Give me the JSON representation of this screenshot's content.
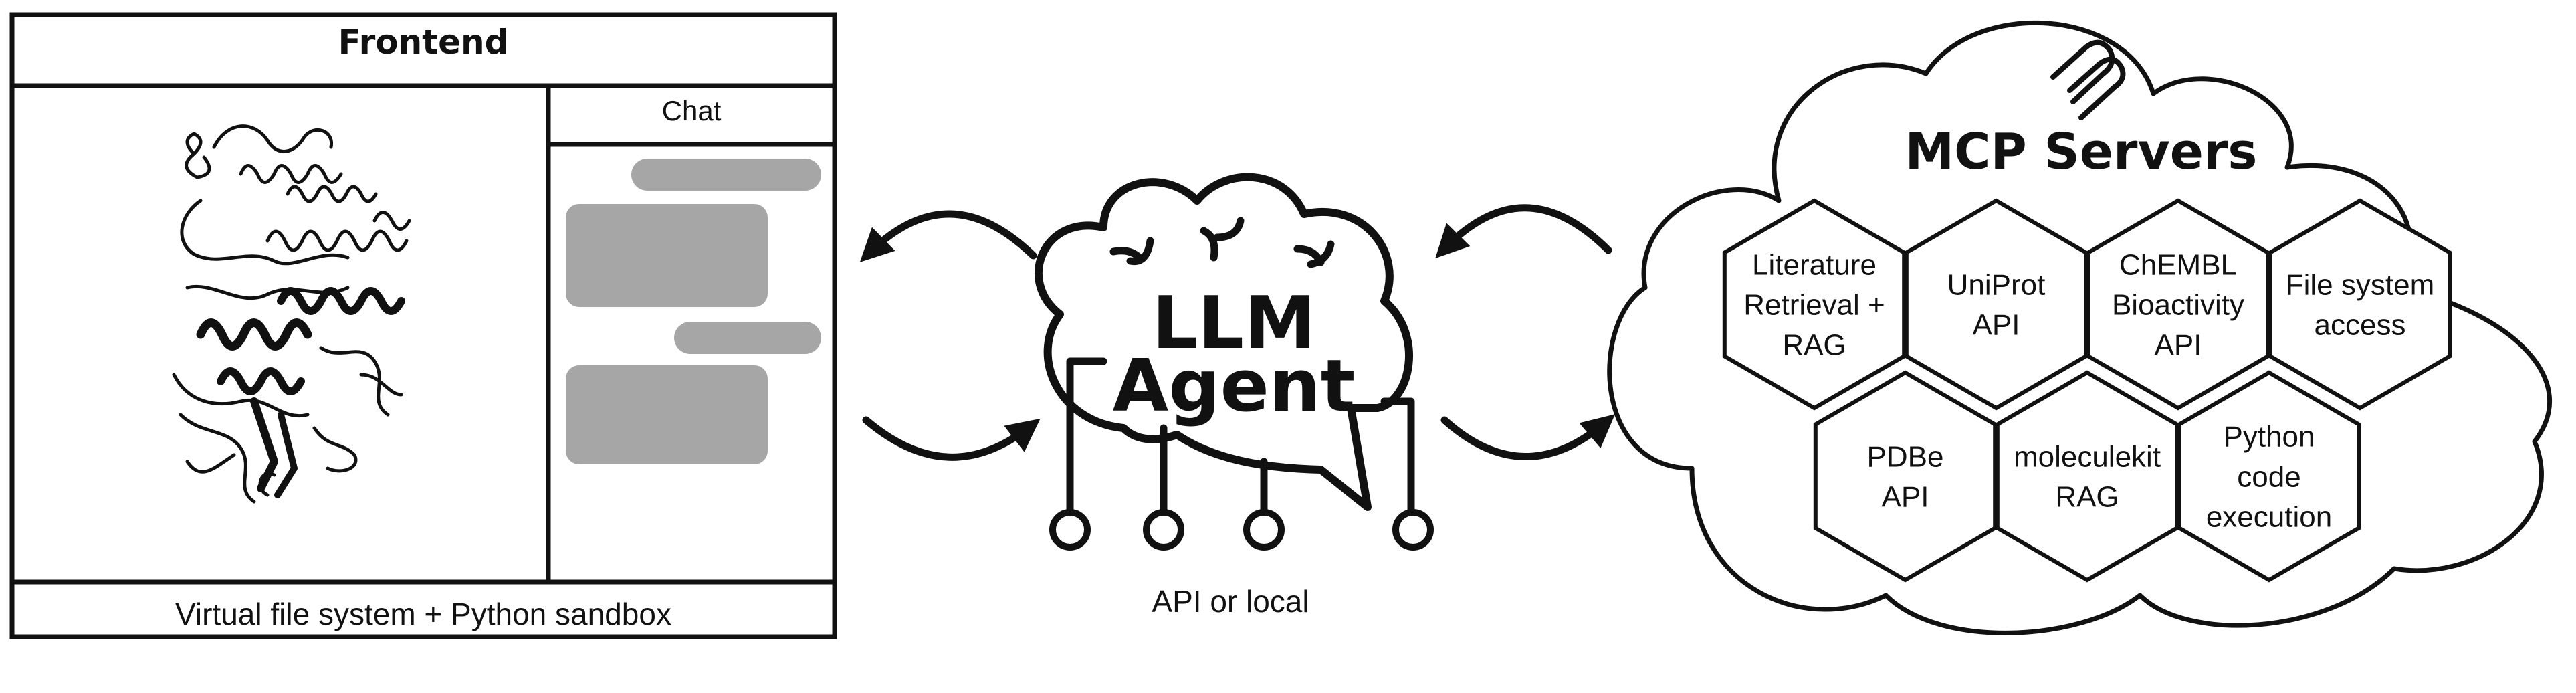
{
  "frontend": {
    "title": "Frontend",
    "chat_label": "Chat",
    "footer": "Virtual file system + Python sandbox"
  },
  "agent": {
    "title_line1": "LLM",
    "title_line2": "Agent",
    "caption": "API or local"
  },
  "mcp": {
    "title": "MCP Servers",
    "servers": [
      {
        "lines": [
          "Literature",
          "Retrieval +",
          "RAG"
        ]
      },
      {
        "lines": [
          "UniProt",
          "API"
        ]
      },
      {
        "lines": [
          "ChEMBL",
          "Bioactivity",
          "API"
        ]
      },
      {
        "lines": [
          "File system",
          "access"
        ]
      },
      {
        "lines": [
          "PDBe",
          "API"
        ]
      },
      {
        "lines": [
          "moleculekit",
          "RAG"
        ]
      },
      {
        "lines": [
          "Python",
          "code",
          "execution"
        ]
      }
    ]
  },
  "colors": {
    "stroke": "#111111",
    "chat_bubble": "#a6a6a6",
    "background": "#ffffff"
  },
  "icons": [
    "protein-structure-icon",
    "mcp-logo-icon",
    "brain-cloud-icon",
    "cloud-icon"
  ]
}
